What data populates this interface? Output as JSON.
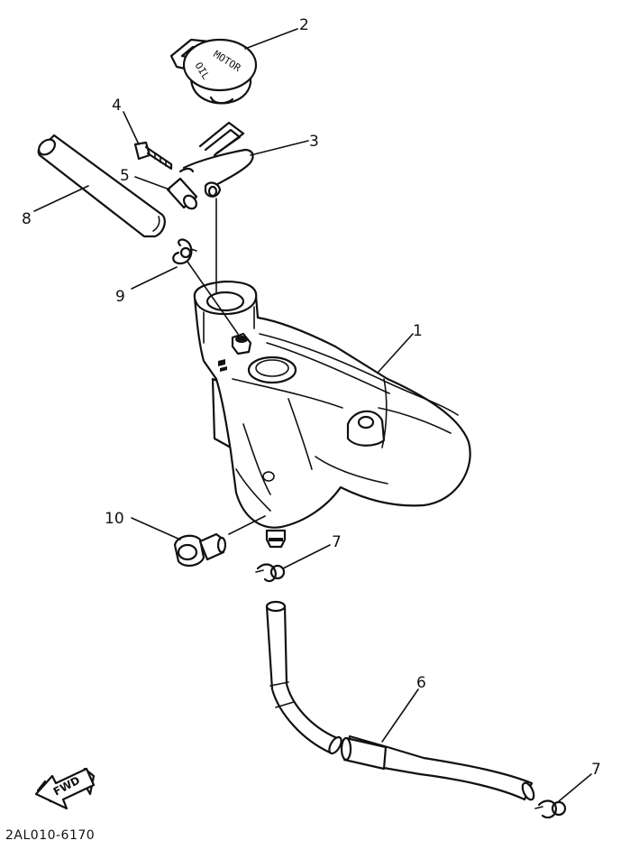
{
  "diagram": {
    "document_code": "2AL010-6170",
    "forward_arrow_label": "FWD",
    "cap_label_line1": "MOTOR",
    "cap_label_line2": "OIL",
    "callouts": [
      "1",
      "2",
      "3",
      "4",
      "5",
      "6",
      "7",
      "7",
      "8",
      "9",
      "10"
    ]
  }
}
